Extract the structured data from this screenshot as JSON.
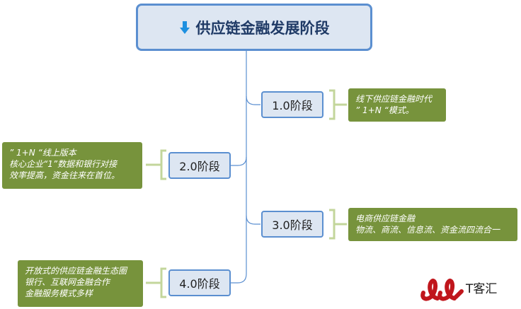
{
  "root": {
    "title": "供应链金融发展阶段",
    "icon": "down-arrow-icon"
  },
  "stages": [
    {
      "label": "1.0阶段",
      "note": [
        "线下供应链金融时代",
        "” 1+N “模式。"
      ]
    },
    {
      "label": "2.0阶段",
      "note": [
        "” 1+N “线上版本",
        "核心企业“1”数据和银行对接",
        "效率提高，资金往来在首位。"
      ]
    },
    {
      "label": "3.0阶段",
      "note": [
        "电商供应链金融",
        "物流、商流、信息流、资金流四流合一"
      ]
    },
    {
      "label": "4.0阶段",
      "note": [
        "开放式的供应链金融生态圈",
        "银行、互联网金融合作",
        "金融服务模式多样"
      ]
    }
  ],
  "watermark": {
    "text": "T客汇"
  },
  "colors": {
    "node_fill": "#dde6f2",
    "node_border": "#5b8fd0",
    "note_fill": "#77933c",
    "bracket": "#c3d69b",
    "logo_red": "#c0161c"
  }
}
